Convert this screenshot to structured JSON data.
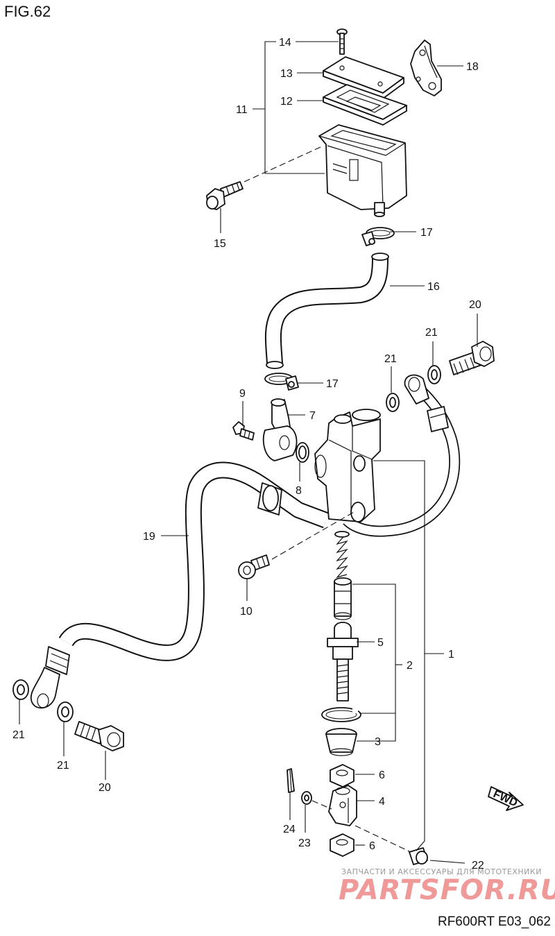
{
  "figure": {
    "title": "FIG.62",
    "code": "RF600RT E03_062"
  },
  "watermark": {
    "subtitle": "ЗАПЧАСТИ И АКСЕССУАРЫ ДЛЯ МОТОТЕХНИКИ",
    "logo": "PARTSFOR.RU"
  },
  "fwd_label": "FWD",
  "callouts": {
    "c14": "14",
    "c13": "13",
    "c12": "12",
    "c11": "11",
    "c18": "18",
    "c15": "15",
    "c17a": "17",
    "c16": "16",
    "c20a": "20",
    "c21a": "21",
    "c21b": "21",
    "c9": "9",
    "c17b": "17",
    "c7": "7",
    "c8": "8",
    "c19": "19",
    "c10": "10",
    "c5": "5",
    "c2": "2",
    "c1": "1",
    "c21c": "21",
    "c21d": "21",
    "c20b": "20",
    "c3": "3",
    "c6a": "6",
    "c4": "4",
    "c24": "24",
    "c23": "23",
    "c6b": "6",
    "c22": "22"
  }
}
